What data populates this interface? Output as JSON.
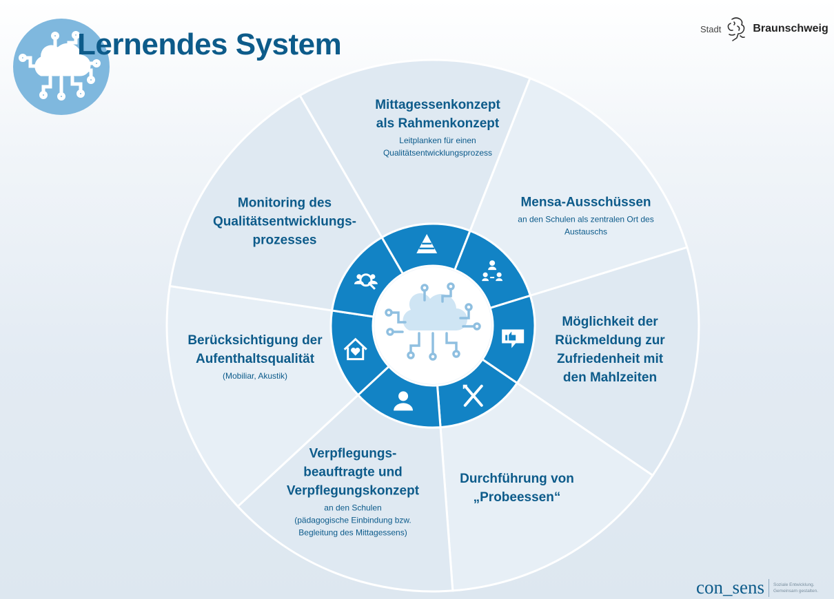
{
  "title": "Lernendes System",
  "city_logo": {
    "prefix": "Stadt",
    "name": "Braunschweig"
  },
  "segments": [
    {
      "heading": "Mittagessenkonzept\nals Rahmenkonzept",
      "sub": "Leitplanken für einen\nQualitätsentwicklungsprozess",
      "icon": "pyramid-icon"
    },
    {
      "heading": "Mensa-Ausschüssen",
      "sub": "an den Schulen als zentralen Ort des\nAustauschs",
      "icon": "network-people-icon"
    },
    {
      "heading": "Möglichkeit der\nRückmeldung zur\nZufriedenheit mit\nden Mahlzeiten",
      "sub": "",
      "icon": "thumbs-up-speech-icon"
    },
    {
      "heading": "Durchführung von\n„Probeessen“",
      "sub": "",
      "icon": "fork-knife-icon"
    },
    {
      "heading": "Verpflegungs-\nbeauftragte und\nVerpflegungskonzept",
      "sub": "an den Schulen\n(pädagogische Einbindung bzw.\nBegleitung des Mittagessens)",
      "icon": "person-icon"
    },
    {
      "heading": "Berücksichtigung der\nAufenthaltsqualität",
      "sub": "(Mobiliar, Akustik)",
      "icon": "house-heart-icon"
    },
    {
      "heading": "Monitoring des\nQualitätsentwicklungs-\nprozesses",
      "sub": "",
      "icon": "group-search-icon"
    }
  ],
  "footer": {
    "brand": "con_sens",
    "tagline": "Soziale Entwicklung.\nGemeinsam gestalten."
  },
  "colors": {
    "primary": "#0d5b8a",
    "ring": "#1283c5",
    "segment": "#dfe9f2",
    "segment_alt": "#e7eff6"
  }
}
